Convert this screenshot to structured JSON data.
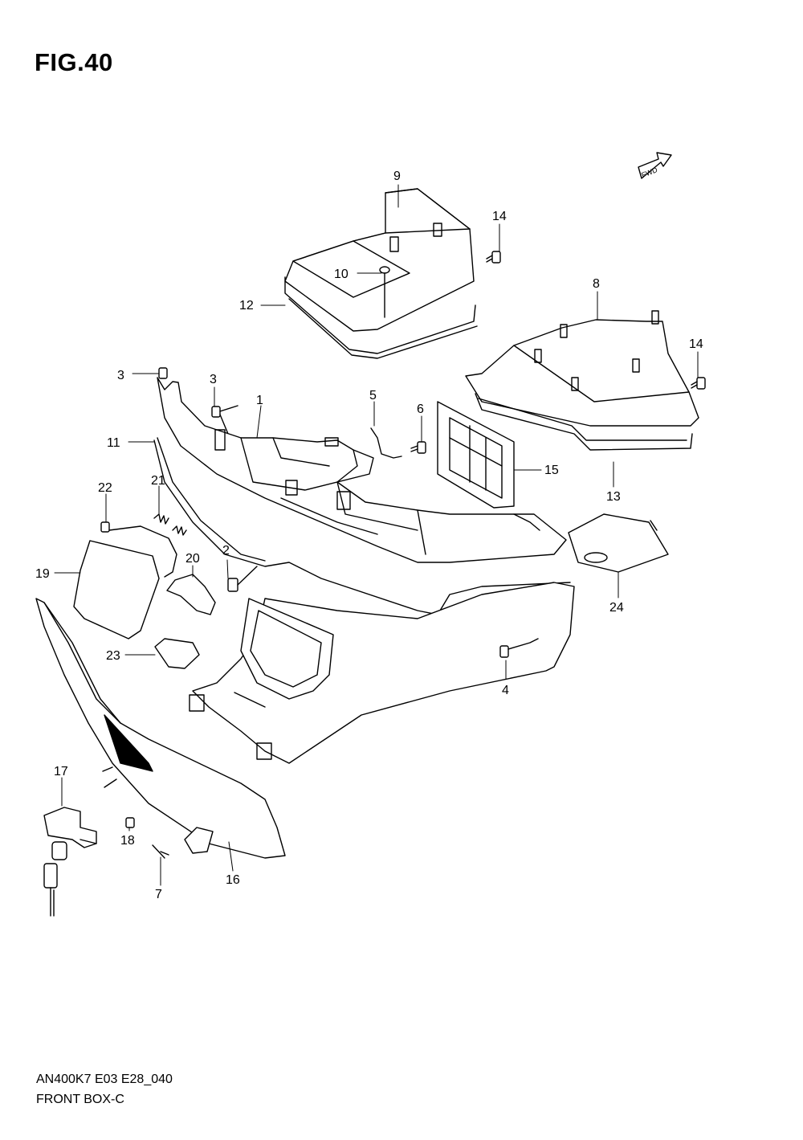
{
  "figure": {
    "title": "FIG.40",
    "model_code": "AN400K7 E03 E28_040",
    "section_name": "FRONT BOX-C",
    "fwd_label": "FWD"
  },
  "callouts": [
    {
      "id": "1",
      "label": "1"
    },
    {
      "id": "2",
      "label": "2"
    },
    {
      "id": "3a",
      "label": "3"
    },
    {
      "id": "3b",
      "label": "3"
    },
    {
      "id": "4",
      "label": "4"
    },
    {
      "id": "5",
      "label": "5"
    },
    {
      "id": "6",
      "label": "6"
    },
    {
      "id": "7",
      "label": "7"
    },
    {
      "id": "8",
      "label": "8"
    },
    {
      "id": "9",
      "label": "9"
    },
    {
      "id": "10",
      "label": "10"
    },
    {
      "id": "11",
      "label": "11"
    },
    {
      "id": "12",
      "label": "12"
    },
    {
      "id": "13",
      "label": "13"
    },
    {
      "id": "14a",
      "label": "14"
    },
    {
      "id": "14b",
      "label": "14"
    },
    {
      "id": "15",
      "label": "15"
    },
    {
      "id": "16",
      "label": "16"
    },
    {
      "id": "17",
      "label": "17"
    },
    {
      "id": "18",
      "label": "18"
    },
    {
      "id": "19",
      "label": "19"
    },
    {
      "id": "20",
      "label": "20"
    },
    {
      "id": "21",
      "label": "21"
    },
    {
      "id": "22",
      "label": "22"
    },
    {
      "id": "23",
      "label": "23"
    },
    {
      "id": "24",
      "label": "24"
    }
  ]
}
